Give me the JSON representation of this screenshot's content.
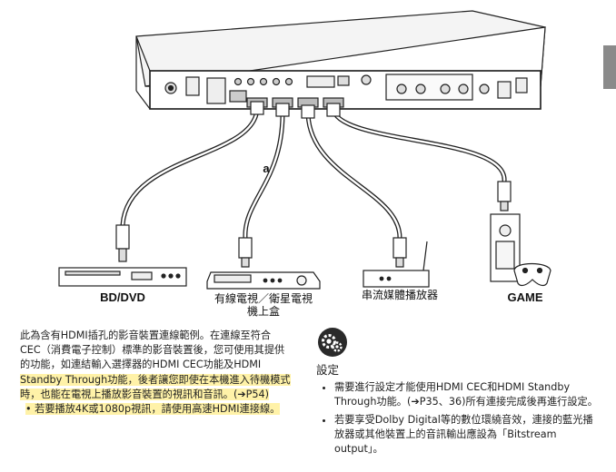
{
  "diagram": {
    "callout": "a",
    "devices": {
      "bd": "BD/DVD",
      "cable_line1": "有線電視／衛星電視",
      "cable_line2": "機上盒",
      "streaming": "串流媒體播放器",
      "game": "GAME"
    }
  },
  "left_text": {
    "p1": "此為含有HDMI插孔的影音裝置連線範例。在連線至符合CEC（消費電子控制）標準的影音裝置後，您可使用其提供的功能，如連結輸入選擇器的HDMI CEC功能及HDMI ",
    "p1_highlight": "Standby Through功能，後者讓您即使在本機進入待機模式時，也能在電視上播放影音裝置的視訊和音訊。(➔P54)",
    "bullet": "若要播放4K或1080p視訊，請使用高速HDMI連接線。"
  },
  "settings": {
    "title": "設定",
    "items": [
      "需要進行設定才能使用HDMI CEC和HDMI Standby Through功能。(➔P35、36)所有連接完成後再進行設定。",
      "若要享受Dolby Digital等的數位環繞音效，連接的藍光播放器或其他裝置上的音訊輸出應設為「Bitstream output」。"
    ]
  },
  "colors": {
    "highlight": "#fff2a8",
    "tab": "#8a8a8a"
  }
}
